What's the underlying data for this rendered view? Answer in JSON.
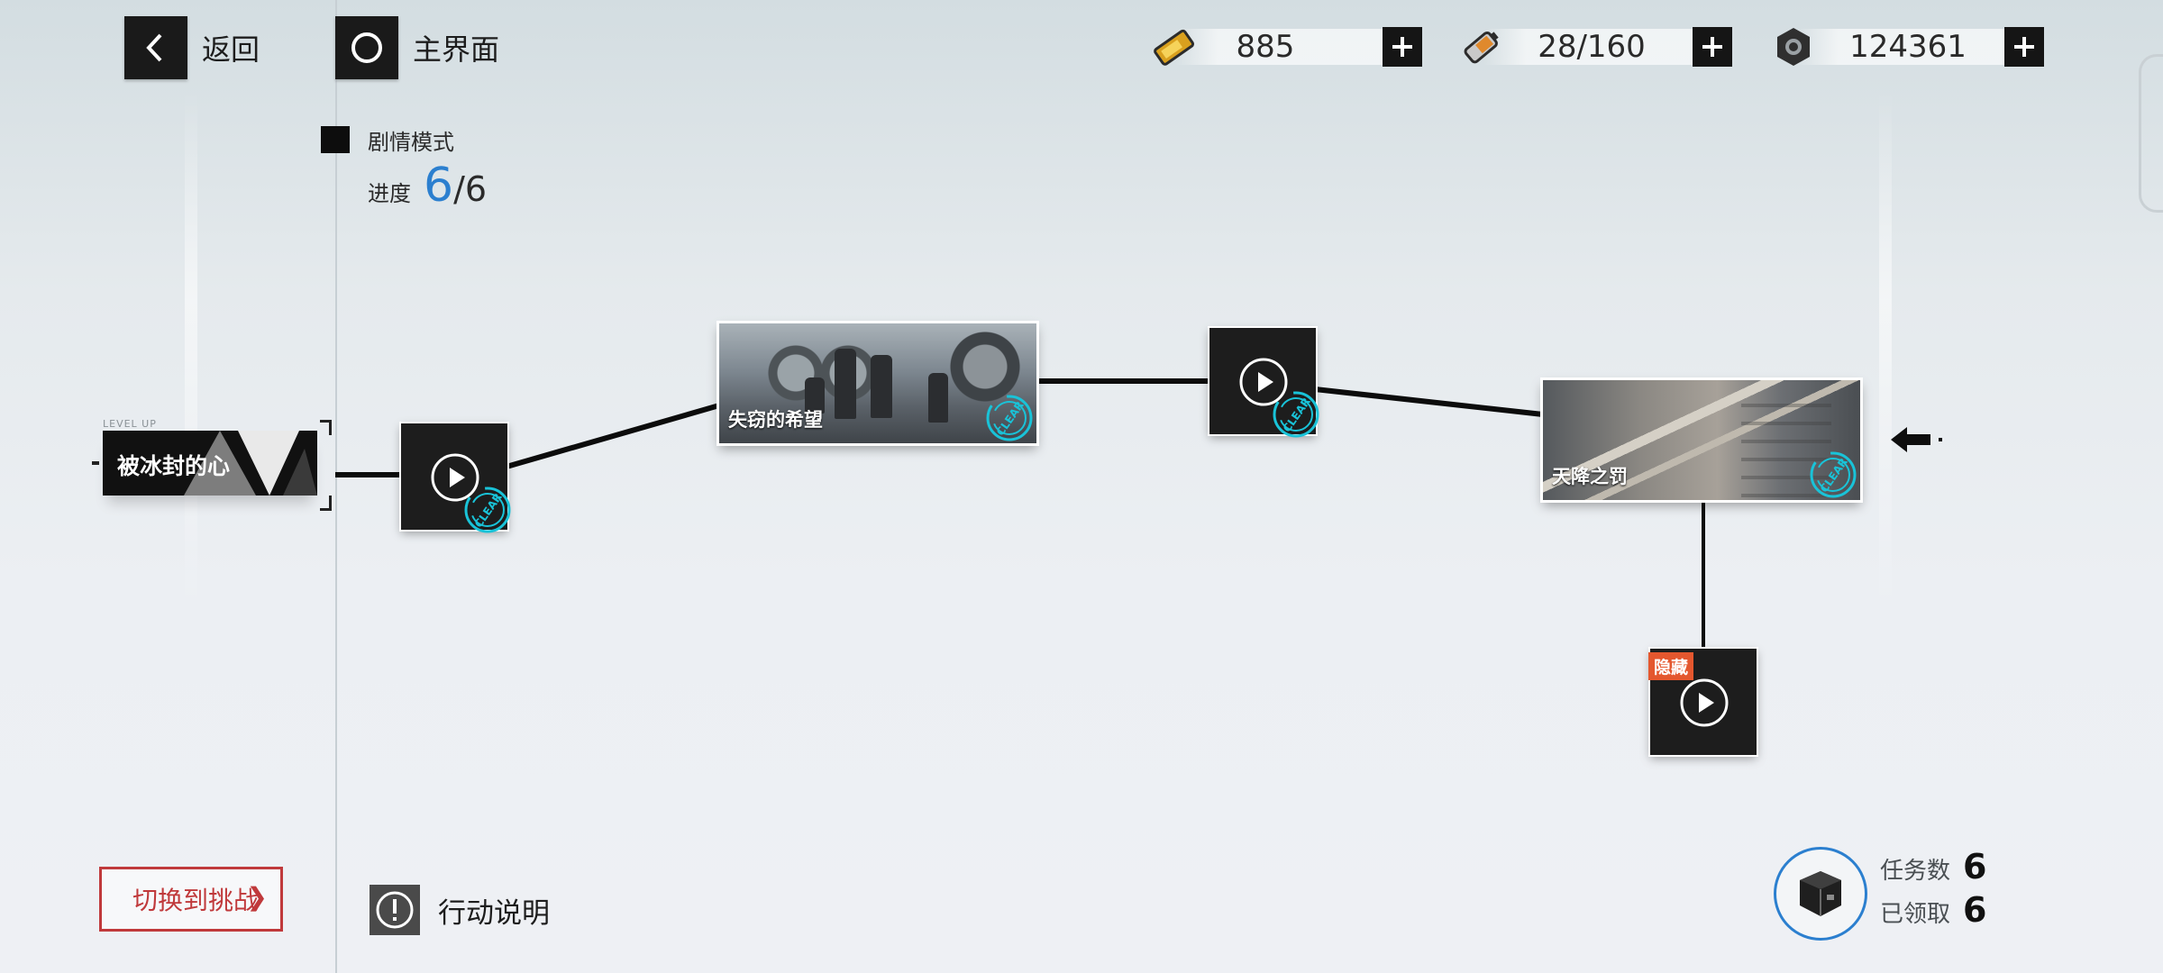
{
  "nav": {
    "back_label": "返回",
    "home_label": "主界面"
  },
  "resources": [
    {
      "icon": "gold-ticket-icon",
      "value": "885"
    },
    {
      "icon": "energy-battery-icon",
      "value": "28/160"
    },
    {
      "icon": "gear-nut-icon",
      "value": "124361"
    }
  ],
  "mode": {
    "label": "剧情模式",
    "progress_label": "进度",
    "progress_current": "6",
    "progress_separator": "/",
    "progress_total": "6"
  },
  "story": {
    "level_up_tag": "LEVEL UP",
    "start_title": "被冰封的心",
    "nodes": [
      {
        "type": "play",
        "clear": true,
        "badge": "CLEAR"
      },
      {
        "type": "stage",
        "title": "失窃的希望",
        "clear": true,
        "badge": "CLEAR"
      },
      {
        "type": "play",
        "clear": true,
        "badge": "CLEAR"
      },
      {
        "type": "stage",
        "title": "天降之罚",
        "clear": true,
        "badge": "CLEAR"
      },
      {
        "type": "play",
        "hidden_tag": "隐藏",
        "clear": false
      }
    ]
  },
  "bottom": {
    "switch_label": "切换到挑战",
    "switch_chevron": "❯",
    "info_label": "行动说明",
    "task_count_label": "任务数",
    "task_count": "6",
    "claimed_label": "已领取",
    "claimed_count": "6"
  },
  "colors": {
    "accent_blue": "#2b7fcf",
    "clear_cyan": "#19c3d8",
    "hidden_orange": "#e4572e",
    "switch_red": "#c0393b"
  }
}
